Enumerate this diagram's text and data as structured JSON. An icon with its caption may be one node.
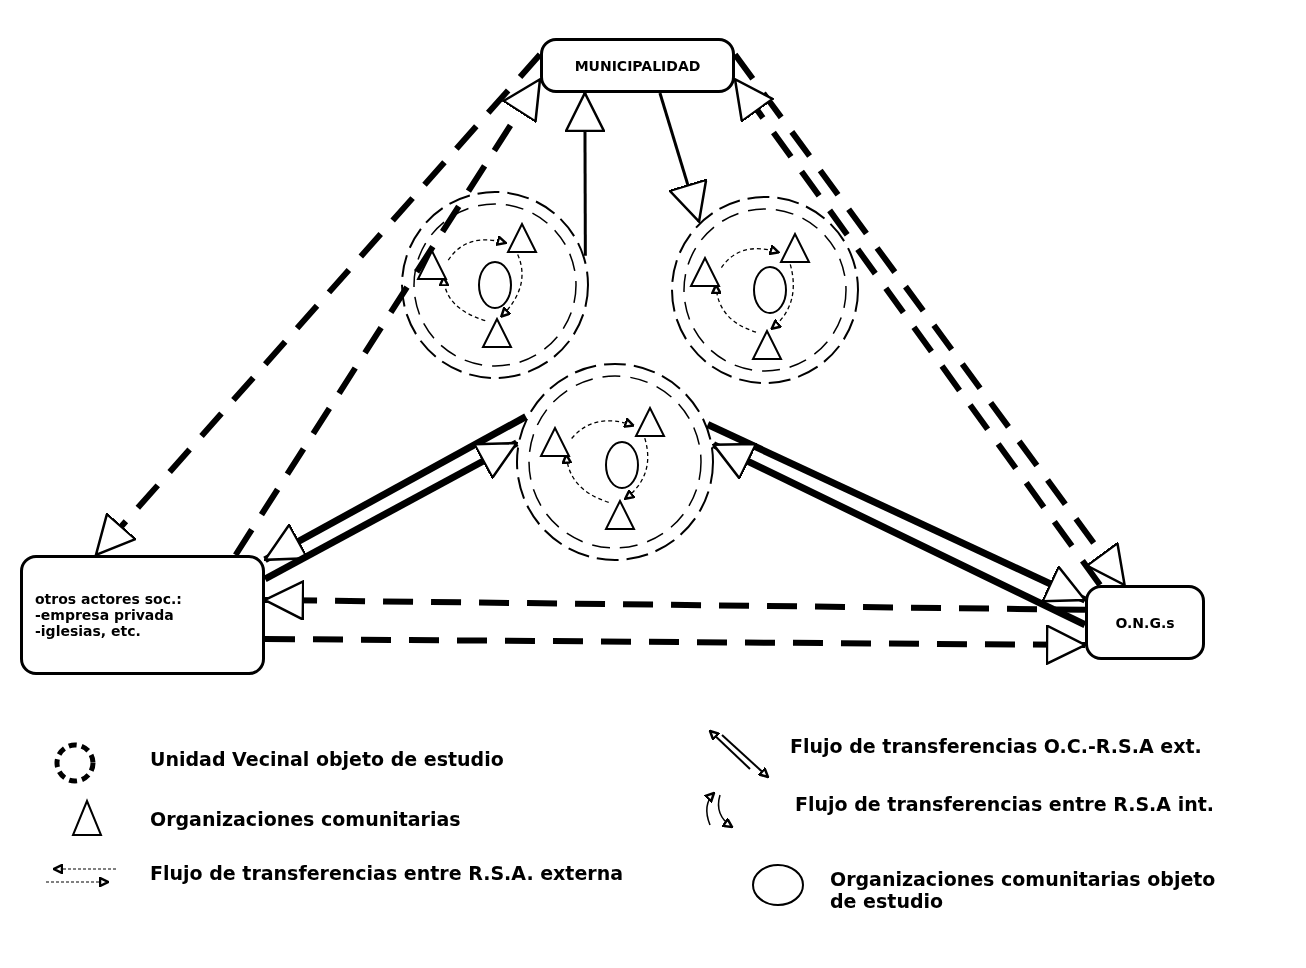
{
  "diagram": {
    "nodes": [
      {
        "text": [
          "MUNICIPALIDAD"
        ]
      },
      {
        "text": [],
        "shape": "circle"
      },
      {
        "text": [],
        "shape": "triangle",
        "in": 1
      },
      {
        "text": [],
        "shape": "triangle",
        "in": 1
      },
      {
        "text": [],
        "shape": "ellipse",
        "in": 1
      },
      {
        "text": [],
        "shape": "triangle",
        "in": 1
      },
      {
        "text": [],
        "shape": "circle"
      },
      {
        "text": [],
        "shape": "triangle",
        "in": 6
      },
      {
        "text": [],
        "shape": "triangle",
        "in": 6
      },
      {
        "text": [],
        "shape": "ellipse",
        "in": 6
      },
      {
        "text": [],
        "shape": "triangle",
        "in": 6
      },
      {
        "text": [],
        "shape": "circle"
      },
      {
        "text": [],
        "shape": "triangle",
        "in": 11
      },
      {
        "text": [],
        "shape": "triangle",
        "in": 11
      },
      {
        "text": [],
        "shape": "ellipse",
        "in": 11
      },
      {
        "text": [],
        "shape": "triangle",
        "in": 11
      },
      {
        "text": [
          "otros actores soc.:",
          "-empresa privada",
          "-iglesias, etc."
        ]
      },
      {
        "text": [
          "O.N.G.s"
        ]
      }
    ],
    "edges": [
      {
        "from": 3,
        "to": 2,
        "arrow": "to",
        "style": "dashed"
      },
      {
        "from": 2,
        "to": 5,
        "arrow": "to",
        "style": "dashed"
      },
      {
        "from": 5,
        "to": 3,
        "arrow": "to",
        "style": "dashed"
      },
      {
        "from": 8,
        "to": 7,
        "arrow": "to",
        "style": "dashed"
      },
      {
        "from": 7,
        "to": 10,
        "arrow": "to",
        "style": "dashed"
      },
      {
        "from": 10,
        "to": 8,
        "arrow": "to",
        "style": "dashed"
      },
      {
        "from": 13,
        "to": 12,
        "arrow": "to",
        "style": "dashed"
      },
      {
        "from": 12,
        "to": 15,
        "arrow": "to",
        "style": "dashed"
      },
      {
        "from": 15,
        "to": 13,
        "arrow": "to",
        "style": "dashed"
      },
      {
        "from": 1,
        "to": 0,
        "arrow": "to"
      },
      {
        "from": 0,
        "to": 6,
        "arrow": "to"
      },
      {
        "from": 16,
        "to": 0,
        "arrow": "to",
        "style": "dashed"
      },
      {
        "from": 0,
        "to": 16,
        "arrow": "to",
        "style": "dashed"
      },
      {
        "from": 0,
        "to": 17,
        "arrow": "to",
        "style": "dashed"
      },
      {
        "from": 17,
        "to": 0,
        "arrow": "to",
        "style": "dashed"
      },
      {
        "from": 11,
        "to": 16,
        "arrow": "to",
        "style": "thick"
      },
      {
        "from": 16,
        "to": 11,
        "arrow": "to",
        "style": "thick"
      },
      {
        "from": 11,
        "to": 17,
        "arrow": "to",
        "style": "thick"
      },
      {
        "from": 17,
        "to": 11,
        "arrow": "to",
        "style": "thick"
      },
      {
        "from": 17,
        "to": 16,
        "arrow": "to",
        "style": "dashed"
      },
      {
        "from": 16,
        "to": 17,
        "arrow": "to",
        "style": "dashed"
      }
    ],
    "legend": [
      {
        "text": "Unidad Vecinal objeto de estudio"
      },
      {
        "text": "Organizaciones comunitarias"
      },
      {
        "text": "Flujo de transferencias entre R.S.A. externa"
      },
      {
        "text": "Flujo de transferencias O.C.-R.S.A ext."
      },
      {
        "text": "Flujo de transferencias entre R.S.A int."
      },
      {
        "text": "Organizaciones comunitarias objeto de estudio"
      }
    ]
  }
}
